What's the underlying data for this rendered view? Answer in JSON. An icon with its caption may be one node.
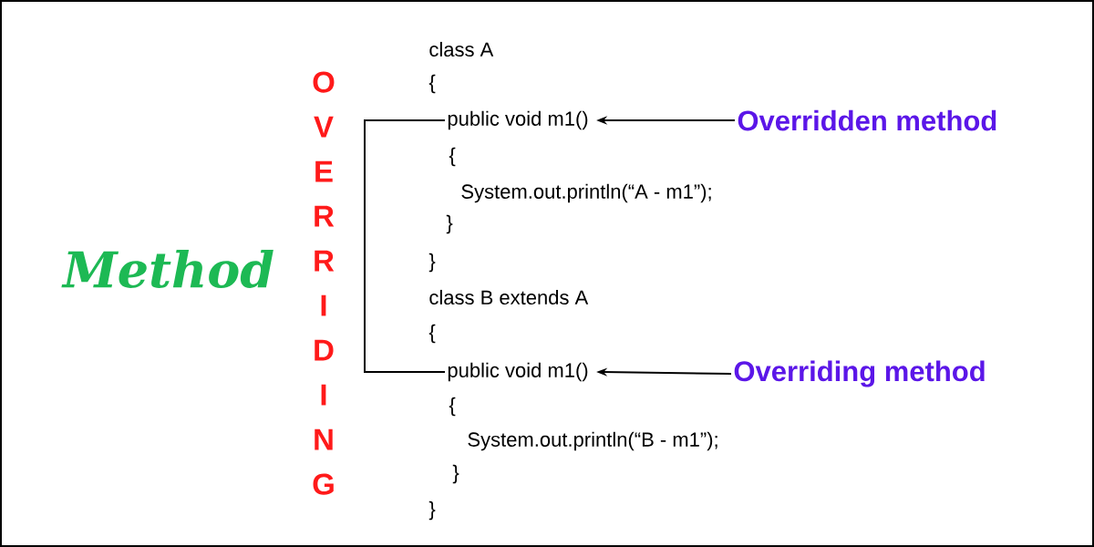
{
  "diagram": {
    "nodes": [
      {
        "text": [
          "public void m1()"
        ]
      },
      {
        "text": [
          "public void m1()"
        ]
      },
      {
        "text": [
          "Overridden method"
        ]
      },
      {
        "text": [
          "Overriding method"
        ]
      }
    ],
    "edges": [
      {
        "from": 2,
        "to": 0,
        "arrow": "to"
      },
      {
        "from": 3,
        "to": 1,
        "arrow": "to"
      },
      {
        "from": 0,
        "to": 1,
        "arrow": "none"
      }
    ],
    "labels": [
      "Method",
      "OVERRIDING",
      "class A",
      "{",
      "{",
      "System.out.println(“A - m1”);",
      "}",
      "}",
      "class B extends A",
      "{",
      "{",
      "System.out.println(“B - m1”);",
      "}",
      "}"
    ]
  }
}
